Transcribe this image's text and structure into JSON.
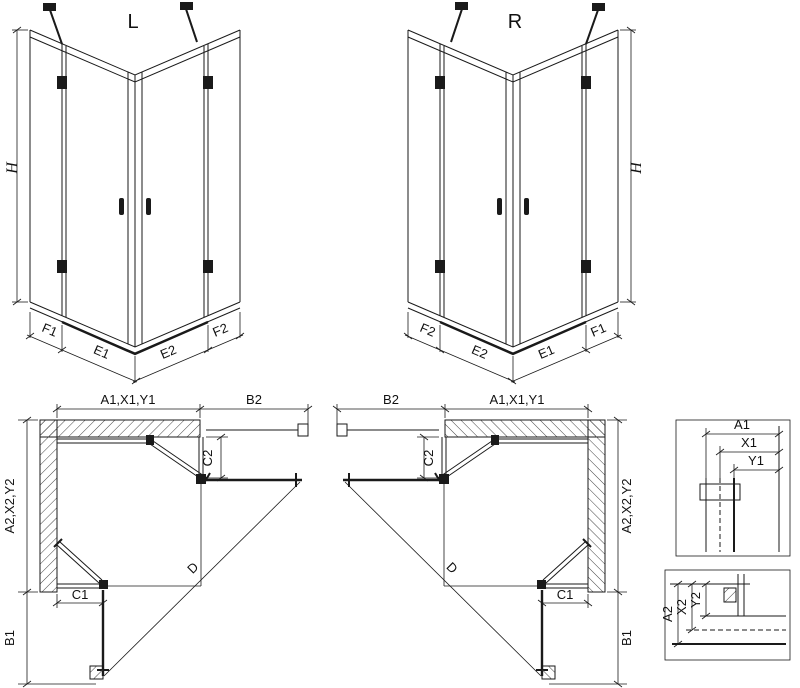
{
  "front_views": {
    "left": {
      "label": "L",
      "height_dim": "H",
      "bottom_dims": [
        "F1",
        "E1",
        "E2",
        "F2"
      ]
    },
    "right": {
      "label": "R",
      "height_dim": "H",
      "bottom_dims": [
        "F2",
        "E2",
        "E1",
        "F1"
      ]
    }
  },
  "plan_views": {
    "left": {
      "top_dim": "A1,X1,Y1",
      "top_dim_2": "B2",
      "side_dim": "A2,X2,Y2",
      "fixed_dim_right": "C2",
      "fixed_dim_bottom": "C1",
      "diagonal_dim": "D",
      "door_dim": "B1"
    },
    "right": {
      "top_dim": "B2",
      "top_dim_2": "A1,X1,Y1",
      "side_dim": "A2,X2,Y2",
      "fixed_dim_right": "C2",
      "fixed_dim_bottom": "C1",
      "diagonal_dim": "D",
      "door_dim": "B1"
    }
  },
  "detail_views": {
    "top": {
      "dims": [
        "A1",
        "X1",
        "Y1"
      ]
    },
    "bottom": {
      "dims": [
        "A2",
        "X2",
        "Y2"
      ]
    }
  },
  "colors": {
    "line": "#1a1a1a",
    "background": "#ffffff"
  }
}
